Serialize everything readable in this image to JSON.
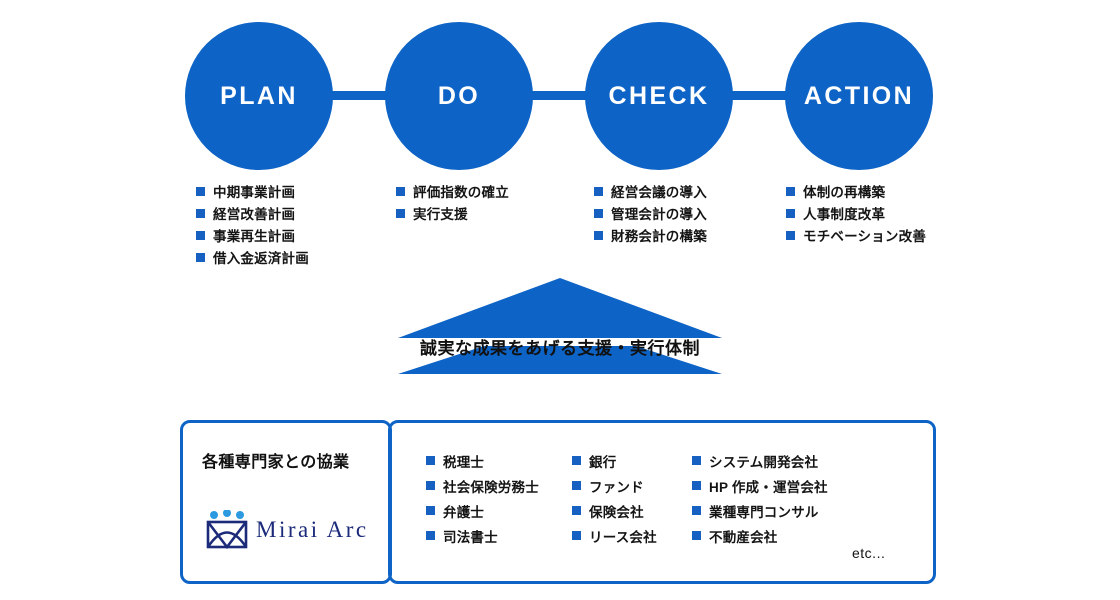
{
  "colors": {
    "brand_blue": "#0d63c6",
    "bullet_blue": "#1560c0",
    "logo_navy": "#1c2a7a",
    "text_dark": "#141414"
  },
  "cycle": {
    "stages": [
      {
        "label": "PLAN",
        "items": [
          "中期事業計画",
          "経営改善計画",
          "事業再生計画",
          "借入金返済計画"
        ]
      },
      {
        "label": "DO",
        "items": [
          "評価指数の確立",
          "実行支援"
        ]
      },
      {
        "label": "CHECK",
        "items": [
          "経営会議の導入",
          "管理会計の導入",
          "財務会計の構築"
        ]
      },
      {
        "label": "ACTION",
        "items": [
          "体制の再構築",
          "人事制度改革",
          "モチベーション改善"
        ]
      }
    ]
  },
  "banner": {
    "caption": "誠実な成果をあげる支援・実行体制",
    "arrow_icon": "up-arrow-icon"
  },
  "partners": {
    "title": "各種専門家との協業",
    "logo": {
      "icon": "mirai-arc-logo-icon",
      "wordmark": "Mirai Arc"
    },
    "columns": [
      [
        "税理士",
        "社会保険労務士",
        "弁護士",
        "司法書士"
      ],
      [
        "銀行",
        "ファンド",
        "保険会社",
        "リース会社"
      ],
      [
        "システム開発会社",
        "HP 作成・運営会社",
        "業種専門コンサル",
        "不動産会社"
      ]
    ],
    "etc": "etc..."
  }
}
